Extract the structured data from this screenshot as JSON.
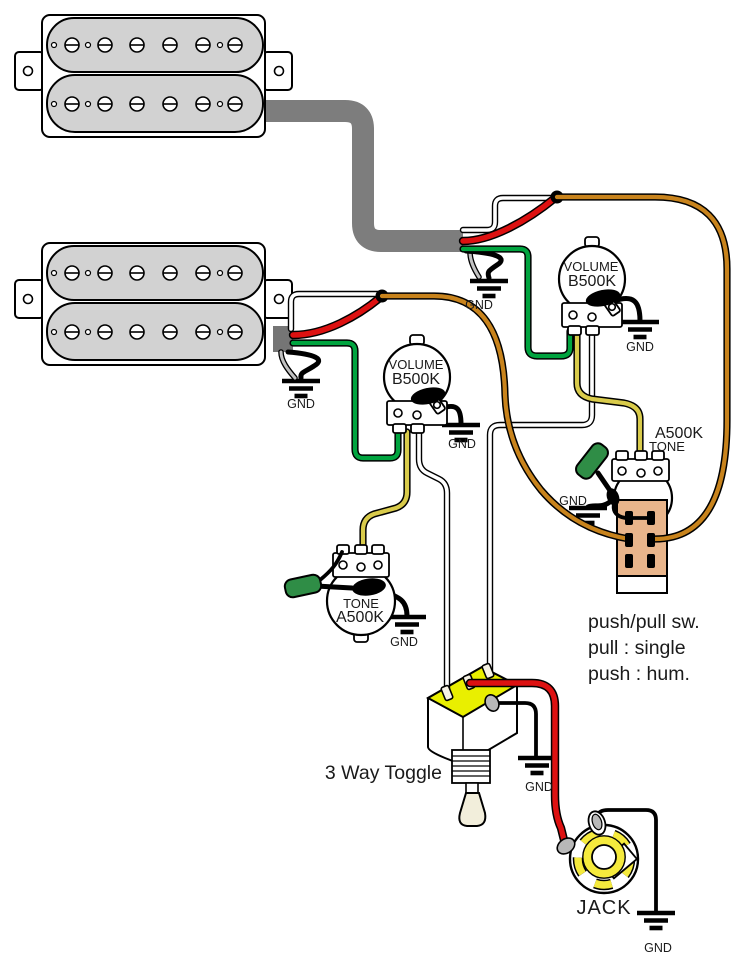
{
  "labels": {
    "gnd": "GND",
    "toggle": "3 Way Toggle",
    "jack": "JACK"
  },
  "pots": {
    "bridge_volume": {
      "line1": "VOLUME",
      "line2": "B500K"
    },
    "neck_volume": {
      "line1": "VOLUME",
      "line2": "B500K"
    },
    "neck_tone": {
      "line1": "TONE",
      "line2": "A500K"
    },
    "bridge_tone": {
      "line1": "A500K",
      "line2": "TONE"
    }
  },
  "pushpull": {
    "line1": "push/pull sw.",
    "line2": "pull : single",
    "line3": "push : hum."
  },
  "colors": {
    "wire_red": "#dd1111",
    "wire_green": "#00a43f",
    "wire_yellow": "#d9cb4b",
    "wire_orange": "#c8831c",
    "wire_white": "#ffffff",
    "wire_braid": "#c2c2c2",
    "cable_gray": "#7d7d7d",
    "stub_gray": "#757575",
    "pickup_coil": "#d2d2d2",
    "switch_tan": "#e9b58b",
    "toggle_yellow": "#e9ef00",
    "jack_yellow": "#f5ea3d",
    "cap_green": "#2f8d46",
    "knob_cream": "#f2eedb",
    "lug_gray": "#b8b8b8"
  }
}
